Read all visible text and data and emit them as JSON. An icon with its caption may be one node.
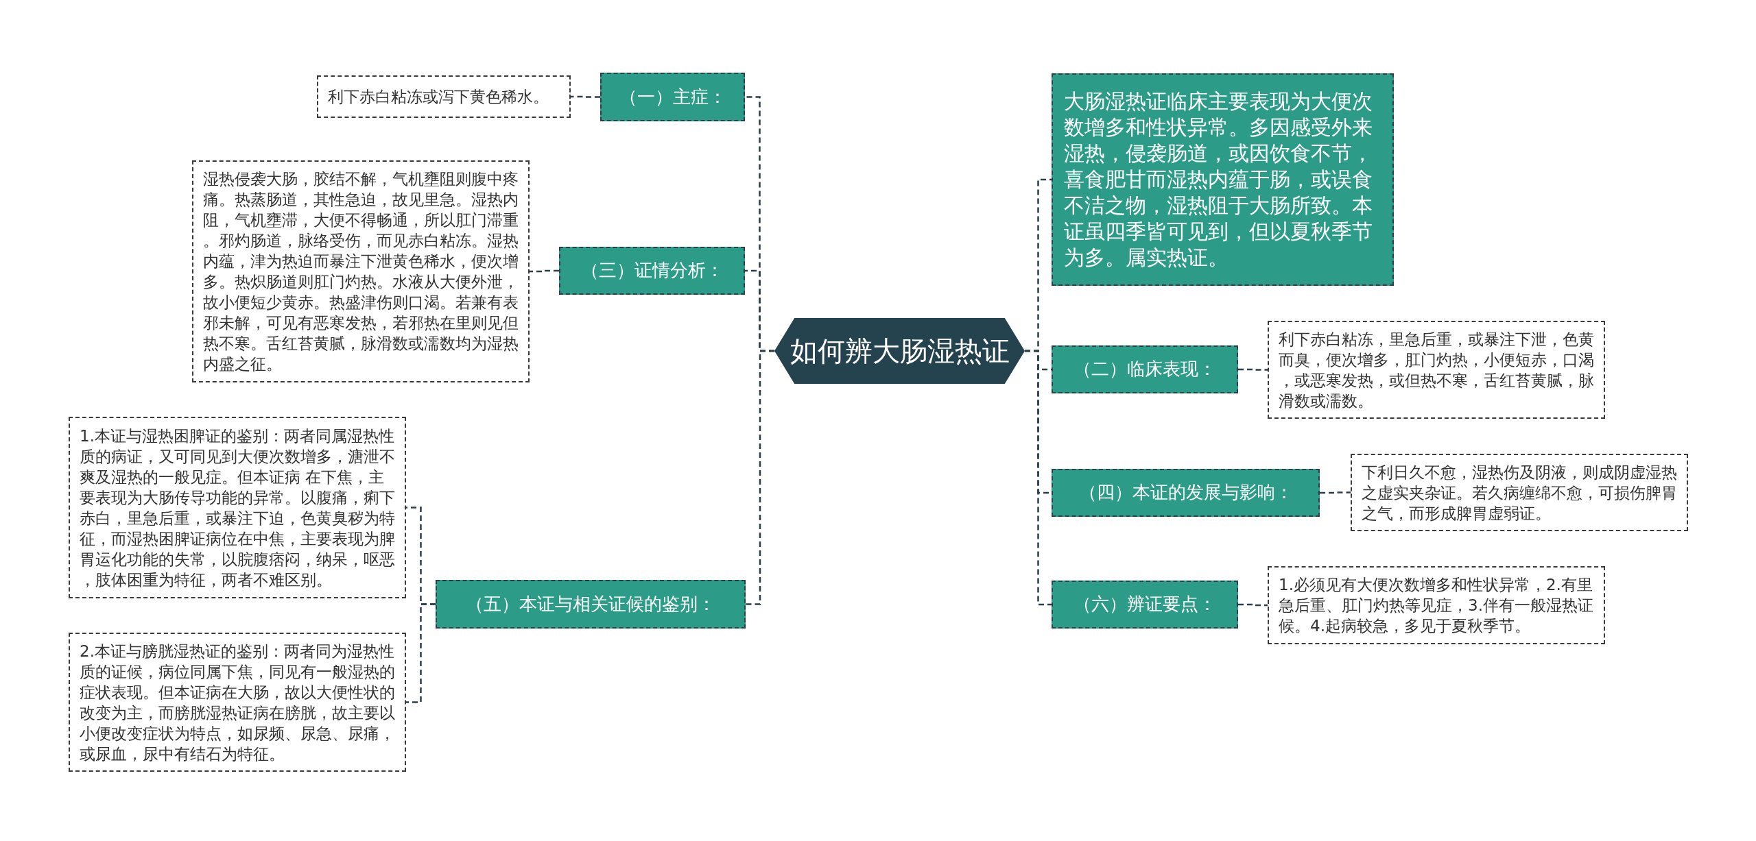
{
  "diagram": {
    "nodes": [
      {
        "text": [
          "如何辨大肠湿热证"
        ]
      },
      {
        "text": [
          "（一）主症："
        ]
      },
      {
        "text": [
          "利下赤白粘冻或泻下黄色稀水。"
        ]
      },
      {
        "text": [
          "（三）证情分析："
        ]
      },
      {
        "text": [
          "湿热侵袭大肠，胶结不解，气机壅阻则腹中疼痛。热蒸肠道，其性急迫，故见里急。湿热内阻，气机壅滞，大便不得畅通，所以肛门滞重。邪灼肠道，脉络受伤，而见赤白粘冻。湿热内蕴，津为热迫而暴注下泄黄色稀水，便次增多。热炽肠道则肛门灼热。水液从大便外泄，故小便短少黄赤。热盛津伤则口渴。若兼有表邪未解，可见有恶寒发热，若邪热在里则见但热不寒。舌红苔黄腻，脉滑数或濡数均为湿热内盛之征。"
        ]
      },
      {
        "text": [
          "（五）本证与相关证候的鉴别："
        ]
      },
      {
        "text": [
          "1.本证与湿热困脾证的鉴别：两者同属湿热性质的病证，又可同见到大便次数增多，溏泄不爽及湿热的一般见症。但本证病 在下焦，主要表现为大肠传导功能的异常。以腹痛，痢下赤白，里急后重，或暴注下迫，色黄臭秽为特征，而湿热困脾证病位在中焦，主要表现为脾胃运化功能的失常，以脘腹痞闷，纳呆，呕恶，肢体困重为特征，两者不难区别。"
        ]
      },
      {
        "text": [
          "2.本证与膀胱湿热证的鉴别：两者同为湿热性质的证候，病位同属下焦，同见有一般湿热的症状表现。但本证病在大肠，故以大便性状的改变为主，而膀胱湿热证病在膀胱，故主要以小便改变症状为特点，如尿频、尿急、尿痛，或尿血，尿中有结石为特征。"
        ]
      },
      {
        "text": [
          "大肠湿热证临床主要表现为大便次数增多和性状异常。多因感受外来湿热，侵袭肠道，或因饮食不节，喜食肥甘而湿热内蕴于肠，或误食不洁之物，湿热阻于大肠所致。本证虽四季皆可见到，但以夏秋季节为多。属实热证。"
        ]
      },
      {
        "text": [
          "（二）临床表现："
        ]
      },
      {
        "text": [
          "利下赤白粘冻，里急后重，或暴注下泄，色黄而臭，便次增多，肛门灼热，小便短赤，口渴，或恶寒发热，或但热不寒，舌红苔黄腻，脉滑数或濡数。"
        ]
      },
      {
        "text": [
          "（四）本证的发展与影响："
        ]
      },
      {
        "text": [
          "下利日久不愈，湿热伤及阴液，则成阴虚湿热之虚实夹杂证。若久病缠绵不愈，可损伤脾胃之气，而形成脾胃虚弱证。"
        ]
      },
      {
        "text": [
          "（六）辨证要点："
        ]
      },
      {
        "text": [
          "1.必须见有大便次数增多和性状异常，2.有里急后重、肛门灼热等见症，3.伴有一般湿热证候。4.起病较急，多见于夏秋季节。"
        ]
      }
    ],
    "edges": [
      {
        "from": 0,
        "to": 1,
        "arrow": "none",
        "style": "dashed"
      },
      {
        "from": 1,
        "to": 2,
        "arrow": "none",
        "style": "dashed"
      },
      {
        "from": 0,
        "to": 3,
        "arrow": "none",
        "style": "dashed"
      },
      {
        "from": 3,
        "to": 4,
        "arrow": "none",
        "style": "dashed"
      },
      {
        "from": 0,
        "to": 5,
        "arrow": "none",
        "style": "dashed"
      },
      {
        "from": 5,
        "to": 6,
        "arrow": "none",
        "style": "dashed"
      },
      {
        "from": 5,
        "to": 7,
        "arrow": "none",
        "style": "dashed"
      },
      {
        "from": 0,
        "to": 8,
        "arrow": "none",
        "style": "dashed"
      },
      {
        "from": 0,
        "to": 9,
        "arrow": "none",
        "style": "dashed"
      },
      {
        "from": 9,
        "to": 10,
        "arrow": "none",
        "style": "dashed"
      },
      {
        "from": 0,
        "to": 11,
        "arrow": "none",
        "style": "dashed"
      },
      {
        "from": 11,
        "to": 12,
        "arrow": "none",
        "style": "dashed"
      },
      {
        "from": 0,
        "to": 13,
        "arrow": "none",
        "style": "dashed"
      },
      {
        "from": 13,
        "to": 14,
        "arrow": "none",
        "style": "dashed"
      }
    ]
  }
}
